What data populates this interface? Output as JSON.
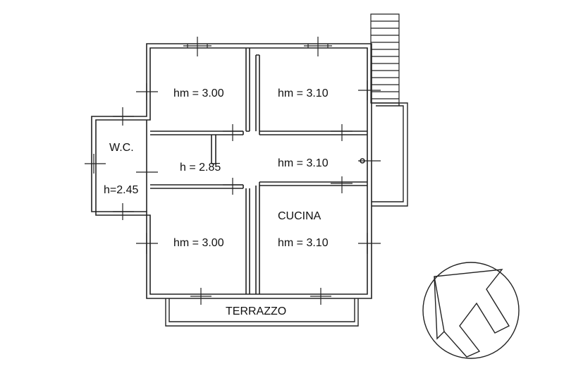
{
  "rooms": [
    {
      "id": "room-top-left",
      "label": "hm = 3.00"
    },
    {
      "id": "room-top-right",
      "label": "hm = 3.10"
    },
    {
      "id": "corridor-left",
      "label": "h = 2.85"
    },
    {
      "id": "corridor-right",
      "label": "hm = 3.10"
    },
    {
      "id": "bedroom-bottom-left",
      "label": "hm = 3.00"
    },
    {
      "id": "kitchen",
      "label": "hm = 3.10",
      "name": "CUCINA"
    },
    {
      "id": "wc",
      "name": "W.C.",
      "label": "h=2.45"
    }
  ],
  "terrace": {
    "label": "TERRAZZO"
  },
  "compass": {
    "icon": "north-arrow-icon"
  },
  "colors": {
    "wall": "#222222",
    "line": "#333333",
    "background": "#ffffff"
  }
}
